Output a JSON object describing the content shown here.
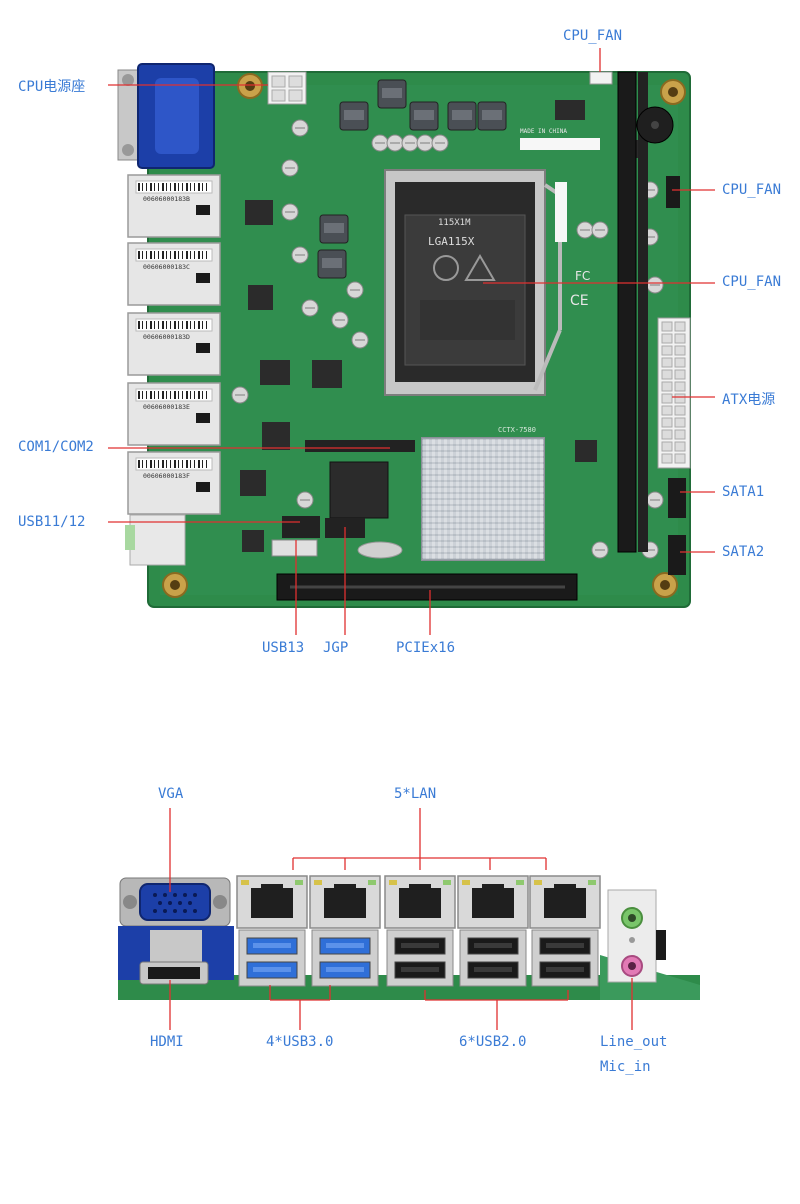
{
  "top_labels": {
    "cpu_power": "CPU电源座",
    "cpu_fan_top": "CPU_FAN",
    "cpu_fan_right1": "CPU_FAN",
    "cpu_fan_right2": "CPU_FAN",
    "atx_power": "ATX电源",
    "sata1": "SATA1",
    "sata2": "SATA2",
    "com": "COM1/COM2",
    "usb11_12": "USB11/12",
    "usb13": "USB13",
    "jgp": "JGP",
    "pcie": "PCIEx16"
  },
  "rear_labels": {
    "vga": "VGA",
    "lan": "5*LAN",
    "hdmi": "HDMI",
    "usb3": "4*USB3.0",
    "usb2": "6*USB2.0",
    "line_out": "Line_out",
    "mic_in": "Mic_in"
  },
  "board_text": {
    "socket_name": "LGA115X",
    "socket_top": "115X1M",
    "model": "CCTX-7580",
    "made_in": "MADE IN CHINA",
    "lan_serials": [
      "00606000183B",
      "00606000183C",
      "00606000183D",
      "00606000183E",
      "00606000183F"
    ]
  },
  "colors": {
    "label": "#3a7bd5",
    "leader": "#e03030",
    "pcb": "#2e8b4a",
    "vga_blue": "#1c3fa8"
  }
}
